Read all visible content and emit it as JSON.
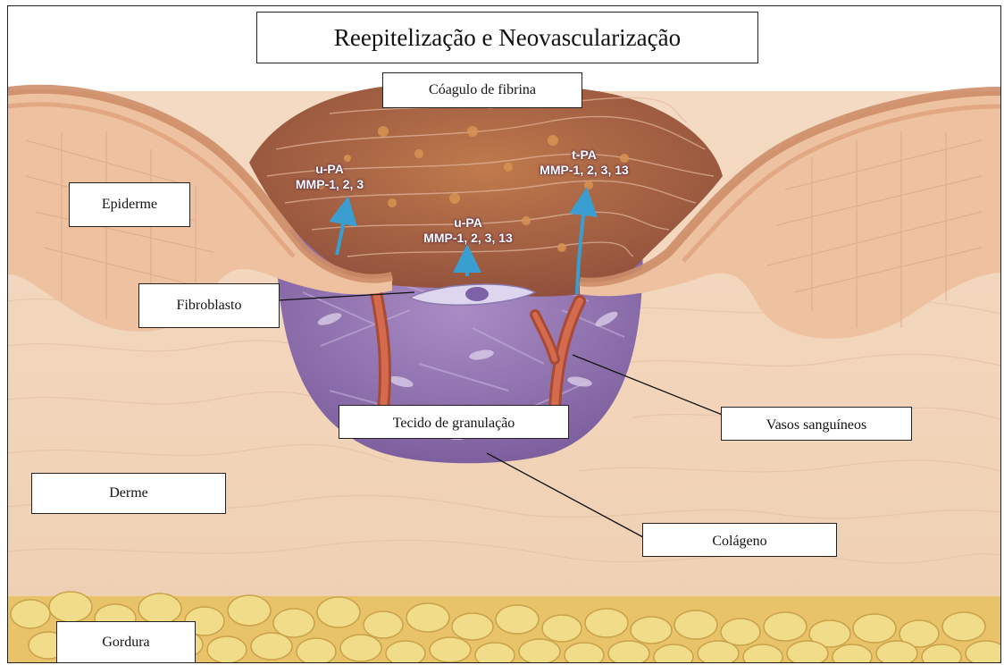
{
  "title": "Reepitelização e Neovascularização",
  "labels": {
    "coagulo": "Cóagulo de fibrina",
    "epiderme": "Epiderme",
    "fibroblasto": "Fibroblasto",
    "tecido": "Tecido de granulação",
    "vasos": "Vasos sanguíneos",
    "derme": "Derme",
    "colageno": "Colágeno",
    "gordura": "Gordura"
  },
  "enzymes": {
    "left": {
      "line1": "u-PA",
      "line2": "MMP-1, 2, 3"
    },
    "center": {
      "line1": "u-PA",
      "line2": "MMP-1, 2, 3, 13"
    },
    "right": {
      "line1": "t-PA",
      "line2": "MMP-1, 2, 3, 13"
    }
  },
  "colors": {
    "dermis": "#f2d3b8",
    "epidermis": "#e9b894",
    "clot": "#a9603f",
    "granulation": "#8e70ad",
    "vessel": "#c85c43",
    "fat": "#ecd06a",
    "arrow": "#3a9fd0"
  }
}
